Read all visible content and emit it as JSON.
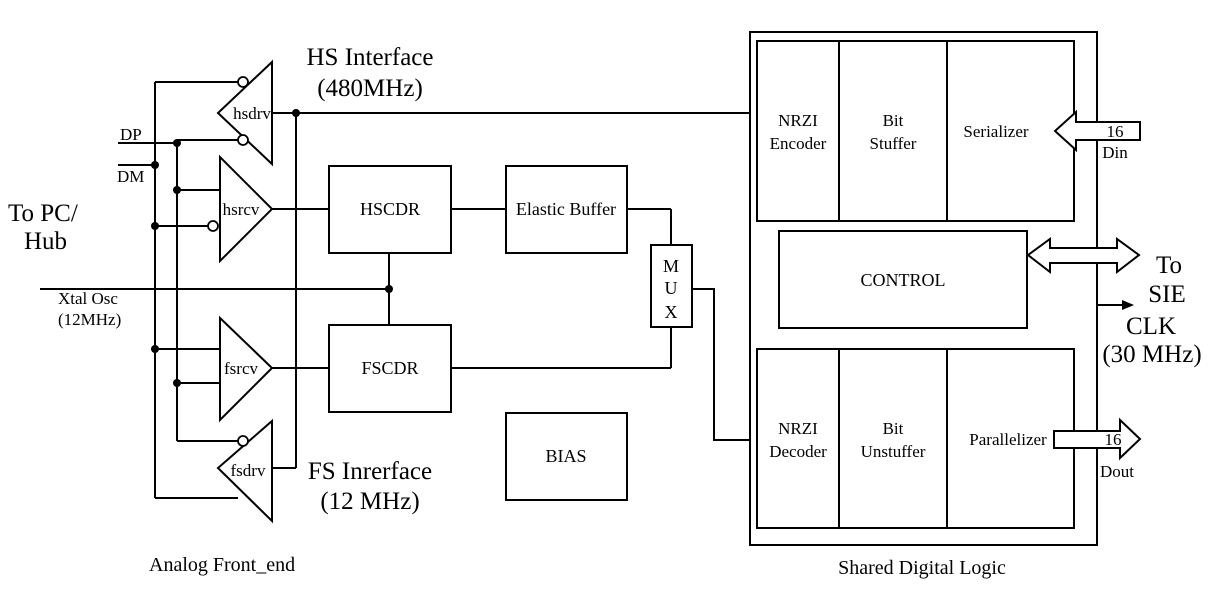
{
  "labels": {
    "hs_interface_1": "HS Interface",
    "hs_interface_2": "(480MHz)",
    "fs_interface_1": "FS Inrerface",
    "fs_interface_2": "(12 MHz)",
    "to_pc_1": "To PC/",
    "to_pc_2": "Hub",
    "dp": "DP",
    "dm": "DM",
    "xtal_1": "Xtal Osc",
    "xtal_2": "(12MHz)",
    "analog_front_end": "Analog Front_end",
    "shared_digital_logic": "Shared Digital Logic",
    "to_sie_1": "To",
    "to_sie_2": "SIE",
    "clk_1": "CLK",
    "clk_2": "(30 MHz)",
    "din": "Din",
    "dout": "Dout",
    "bus_in_width": "16",
    "bus_out_width": "16"
  },
  "amplifiers": {
    "hsdrv": "hsdrv",
    "hsrcv": "hsrcv",
    "fsrcv": "fsrcv",
    "fsdrv": "fsdrv"
  },
  "blocks": {
    "hscdr": "HSCDR",
    "fscdr": "FSCDR",
    "elastic_buffer": "Elastic Buffer",
    "bias": "BIAS",
    "mux": [
      "M",
      "U",
      "X"
    ],
    "nrzi_encoder": [
      "NRZI",
      "Encoder"
    ],
    "bit_stuffer": [
      "Bit",
      "Stuffer"
    ],
    "serializer": "Serializer",
    "control": "CONTROL",
    "nrzi_decoder": [
      "NRZI",
      "Decoder"
    ],
    "bit_unstuffer": [
      "Bit",
      "Unstuffer"
    ],
    "parallelizer": "Parallelizer"
  }
}
